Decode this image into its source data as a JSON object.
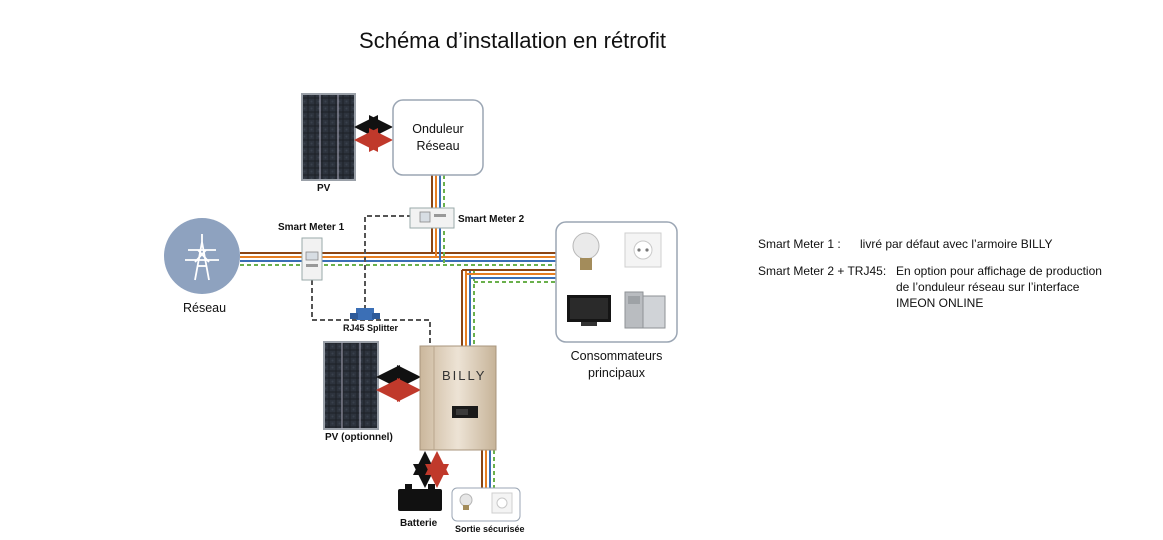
{
  "title": "Schéma d’installation en rétrofit",
  "nodes": {
    "pv": "PV",
    "inverter_line1": "Onduleur",
    "inverter_line2": "Réseau",
    "smart_meter_1": "Smart Meter 1",
    "smart_meter_2": "Smart Meter 2",
    "grid": "Réseau",
    "rj45": "RJ45 Splitter",
    "consumers_line1": "Consommateurs",
    "consumers_line2": "principaux",
    "pv_optional": "PV (optionnel)",
    "billy_brand": "BILLY",
    "battery": "Batterie",
    "safe_output": "Sortie sécurisée"
  },
  "notes": [
    {
      "label": "Smart Meter 1 :",
      "text": [
        "livré par défaut avec l’armoire BILLY"
      ]
    },
    {
      "label": "Smart Meter 2 + TRJ45:",
      "text": [
        "En option pour affichage de production",
        "de l’onduleur réseau sur l’interface",
        "IMEON ONLINE"
      ]
    }
  ],
  "colors": {
    "grid_circle": "#8ea2bf",
    "dc_red": "#c0392b",
    "wire_green": "#6ab04c",
    "wire_blue": "#3b6fb6",
    "wire_brown": "#8b4513",
    "wire_orange": "#e67e22",
    "comm_dashed": "#555555",
    "cabinet": "#d9cbb8"
  }
}
